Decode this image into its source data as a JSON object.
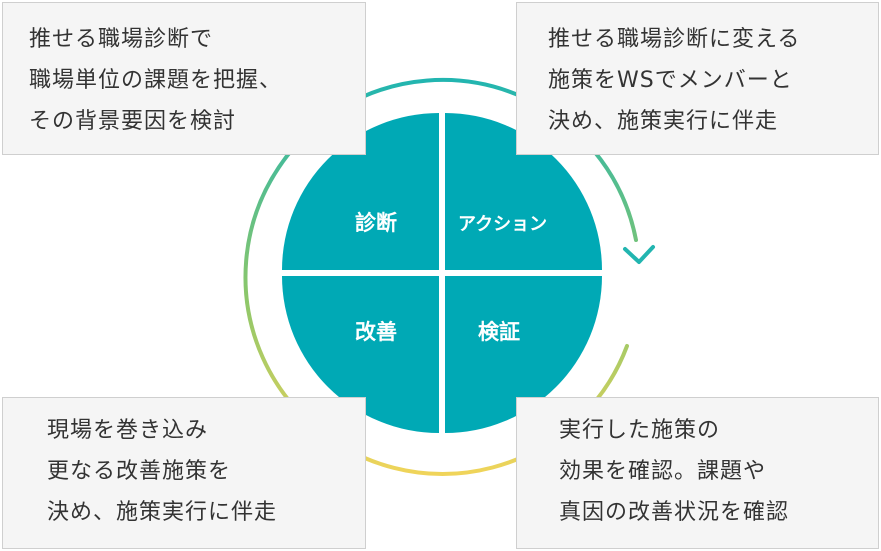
{
  "colors": {
    "quadrant": "#00a9b5",
    "ring_start": "#22b5b0",
    "ring_mid": "#8cc76a",
    "ring_end": "#f0d45a",
    "box_bg": "#f5f5f5",
    "box_border": "#cfcfcf",
    "text": "#333333"
  },
  "quadrants": {
    "top_left": "診断",
    "top_right": "アクション",
    "bottom_left": "改善",
    "bottom_right": "検証"
  },
  "boxes": {
    "top_left": {
      "lines": [
        "推せる職場診断で",
        "職場単位の課題を把握、",
        "その背景要因を検討"
      ]
    },
    "top_right": {
      "lines": [
        "推せる職場診断に変える",
        "施策をWSでメンバーと",
        "決め、施策実行に伴走"
      ]
    },
    "bottom_left": {
      "lines": [
        "現場を巻き込み",
        "更なる改善施策を",
        "決め、施策実行に伴走"
      ]
    },
    "bottom_right": {
      "lines": [
        "実行した施策の",
        "効果を確認。課題や",
        "真因の改善状況を確認"
      ]
    }
  }
}
